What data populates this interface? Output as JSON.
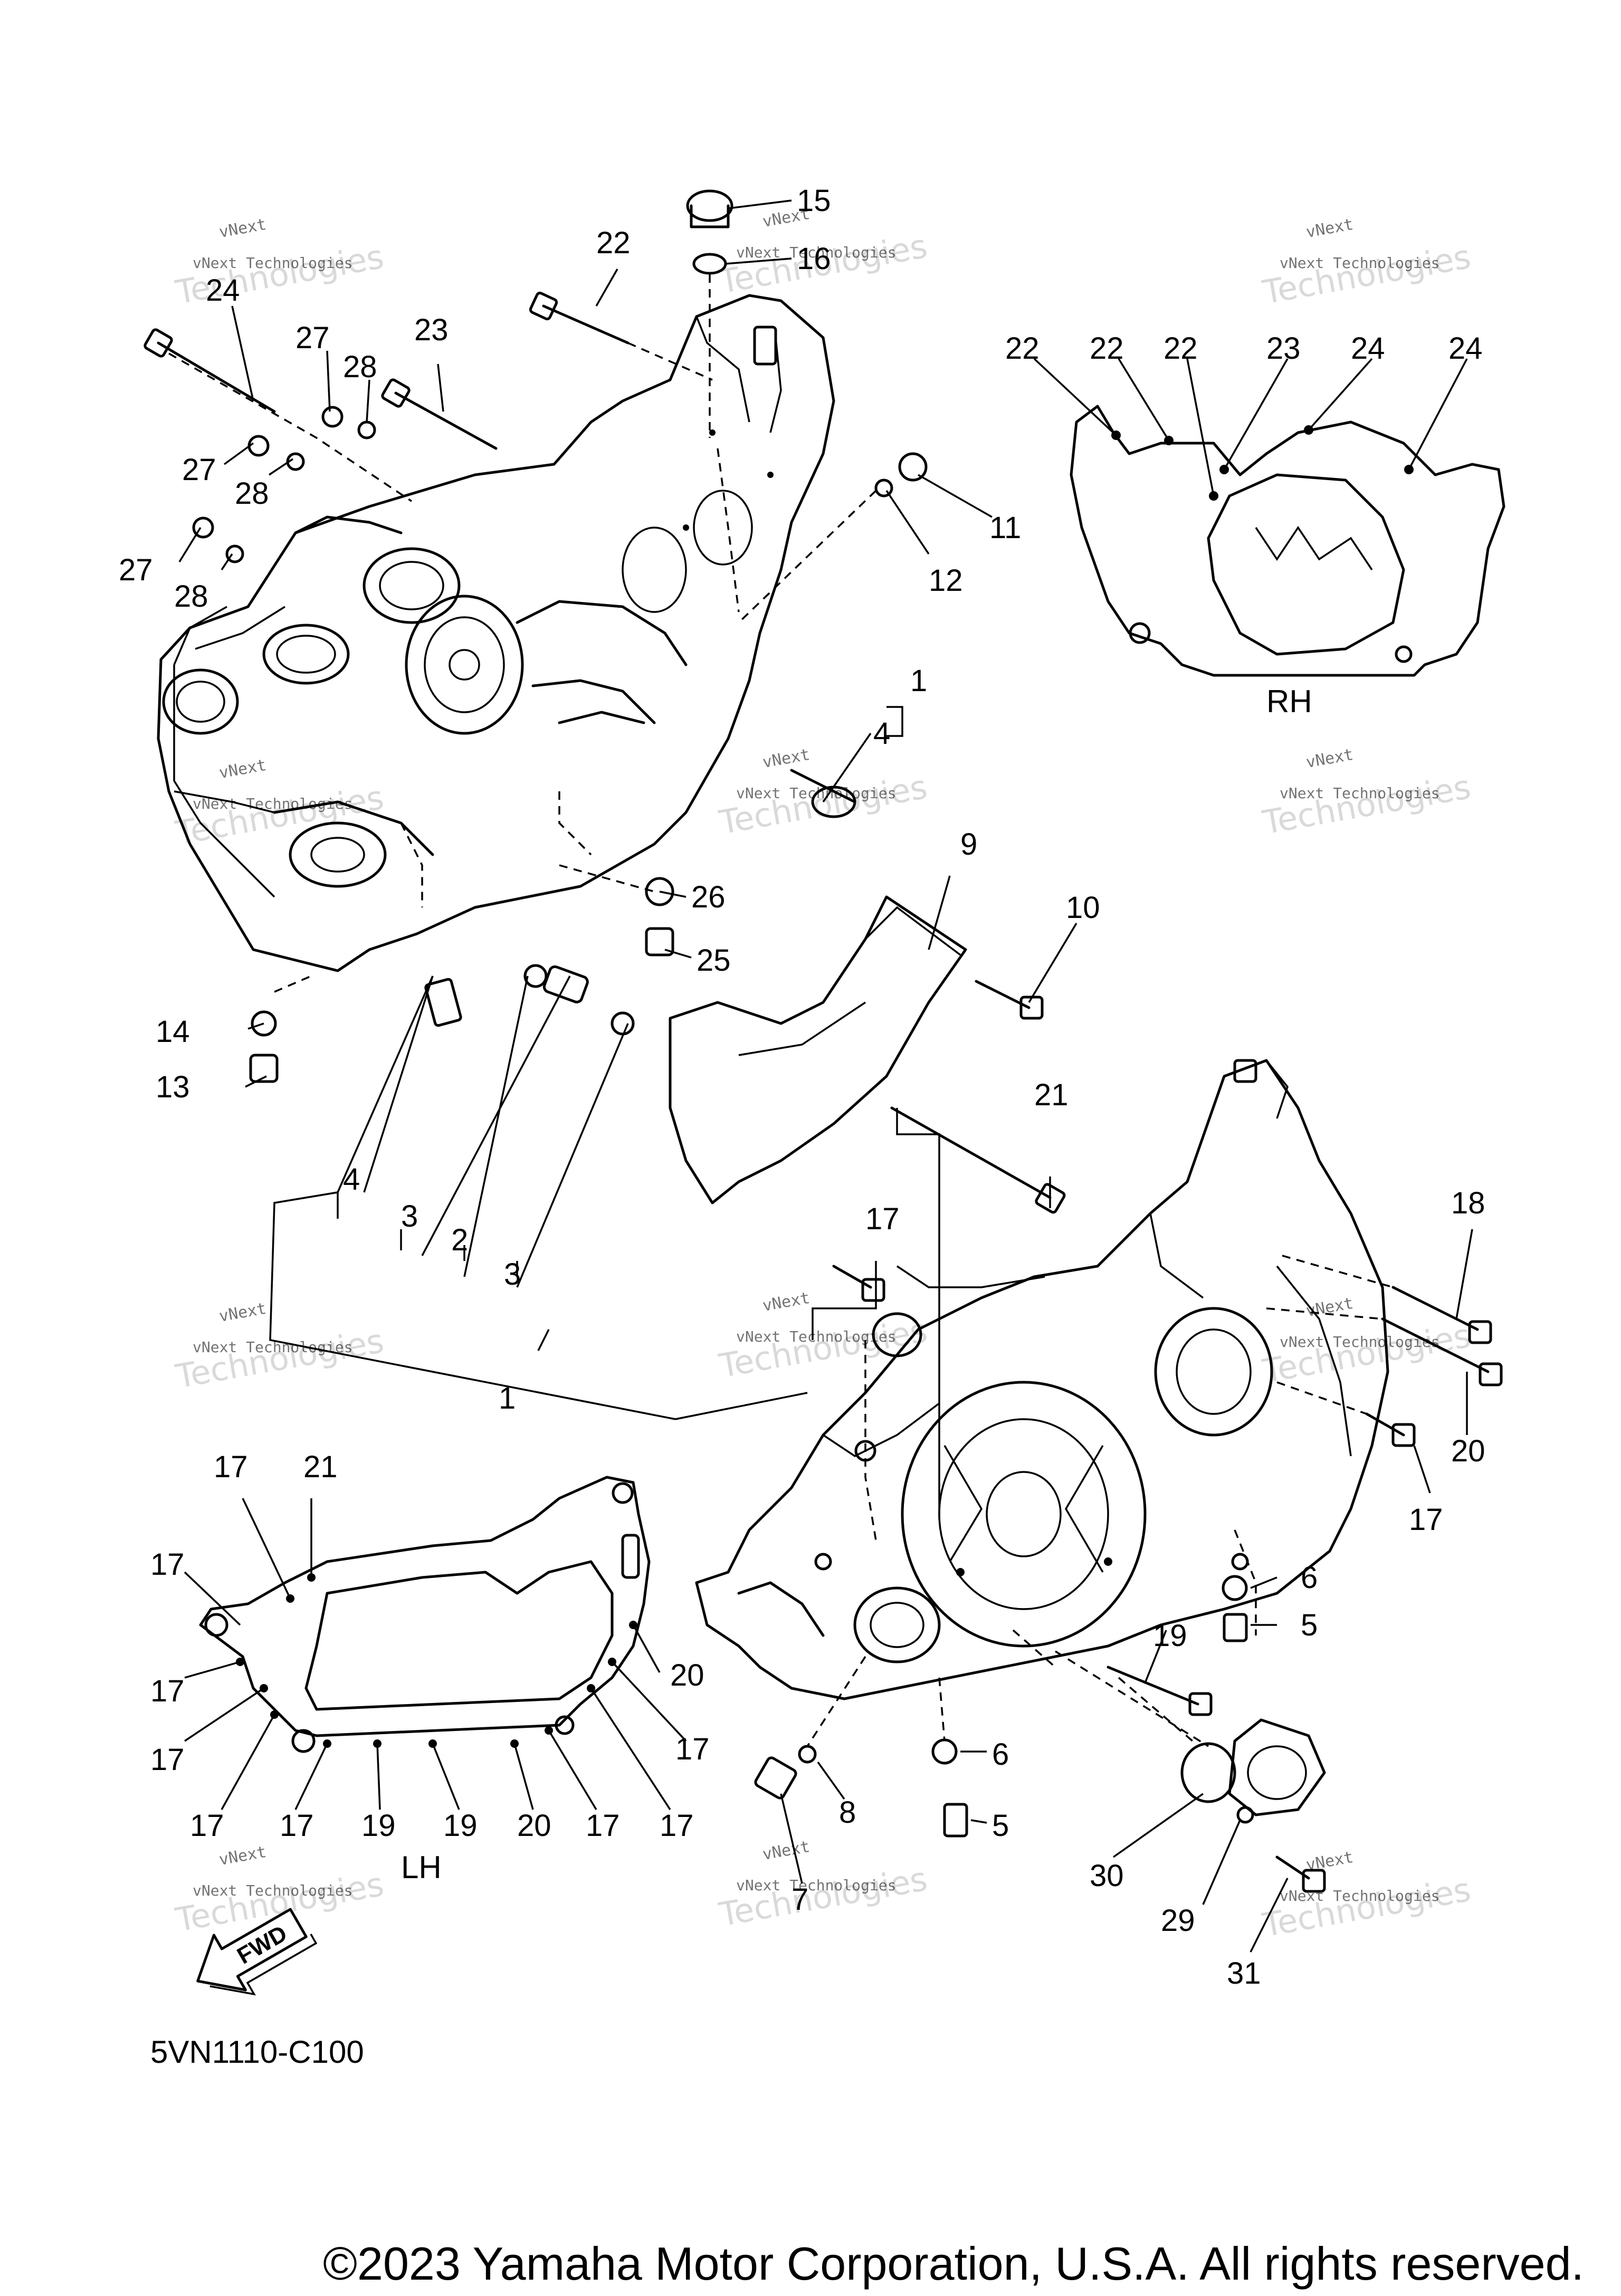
{
  "callouts": {
    "c15": "15",
    "c16": "16",
    "c22a": "22",
    "c24": "24",
    "c27a": "27",
    "c28a": "28",
    "c23": "23",
    "c27b": "27",
    "c28b": "28",
    "c27c": "27",
    "c28c": "28",
    "c11": "11",
    "c12": "12",
    "c1a": "1",
    "c4a": "4",
    "c9": "9",
    "c10": "10",
    "c26": "26",
    "c25": "25",
    "c14": "14",
    "c13": "13",
    "c4b": "4",
    "c3a": "3",
    "c2": "2",
    "c3b": "3",
    "c1b": "1",
    "c21a": "21",
    "c17a": "17",
    "c18": "18",
    "c20a": "20",
    "c17b": "17",
    "c6a": "6",
    "c5a": "5",
    "c19a": "19",
    "c8": "8",
    "c6b": "6",
    "c5b": "5",
    "c7": "7",
    "c30": "30",
    "c29": "29",
    "c31": "31",
    "rh22a": "22",
    "rh22b": "22",
    "rh22c": "22",
    "rh23": "23",
    "rh24a": "24",
    "rh24b": "24",
    "lh17a": "17",
    "lh21": "21",
    "lh17b": "17",
    "lh17c": "17",
    "lh17d": "17",
    "lh20a": "20",
    "lh17e": "17",
    "lh17f": "17",
    "lh17g": "17",
    "lh19a": "19",
    "lh19b": "19",
    "lh20b": "20",
    "lh17h": "17",
    "lh17i": "17"
  },
  "labels": {
    "rh": "RH",
    "lh": "LH",
    "fwd": "FWD",
    "diagram_code": "5VN1110-C100"
  },
  "watermark": {
    "line1": "vNext",
    "line2": "vNext Technologies",
    "line3": "Technologies"
  },
  "footer": {
    "copyright": "©2023 Yamaha Motor Corporation, U.S.A. All rights reserved."
  },
  "icons": {
    "fwd_arrow": "fwd-arrow-icon"
  },
  "colors": {
    "line": "#000000",
    "watermark": "#d9d9d9",
    "background": "#ffffff"
  }
}
